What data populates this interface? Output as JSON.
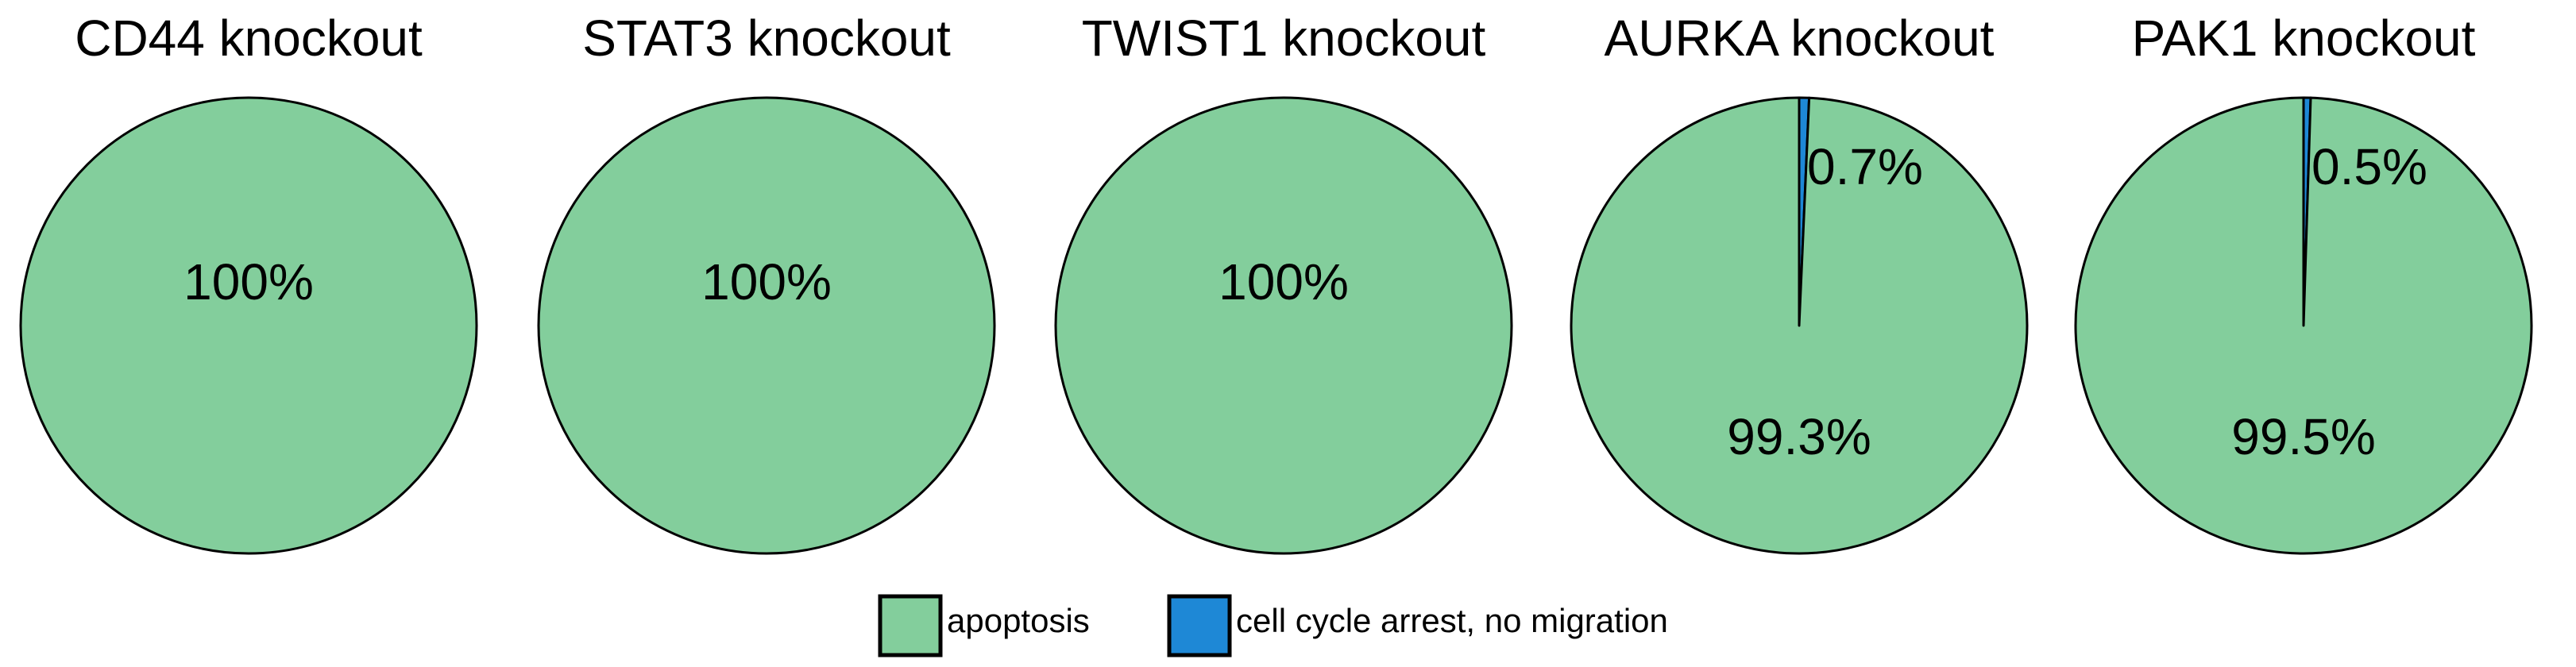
{
  "colors": {
    "apoptosis": "#83CE9C",
    "arrest": "#1E88D6",
    "stroke": "#000000"
  },
  "legend": [
    {
      "label": "apoptosis",
      "color_key": "apoptosis"
    },
    {
      "label": "cell cycle arrest, no migration",
      "color_key": "arrest"
    }
  ],
  "chart_data": [
    {
      "type": "pie",
      "title": "CD44 knockout",
      "slices": [
        {
          "name": "apoptosis",
          "value": 100,
          "label": "100%"
        }
      ]
    },
    {
      "type": "pie",
      "title": "STAT3 knockout",
      "slices": [
        {
          "name": "apoptosis",
          "value": 100,
          "label": "100%"
        }
      ]
    },
    {
      "type": "pie",
      "title": "TWIST1 knockout",
      "slices": [
        {
          "name": "apoptosis",
          "value": 100,
          "label": "100%"
        }
      ]
    },
    {
      "type": "pie",
      "title": "AURKA knockout",
      "slices": [
        {
          "name": "cell cycle arrest, no migration",
          "value": 0.7,
          "label": "0.7%"
        },
        {
          "name": "apoptosis",
          "value": 99.3,
          "label": "99.3%"
        }
      ]
    },
    {
      "type": "pie",
      "title": "PAK1 knockout",
      "slices": [
        {
          "name": "cell cycle arrest, no migration",
          "value": 0.5,
          "label": "0.5%"
        },
        {
          "name": "apoptosis",
          "value": 99.5,
          "label": "99.5%"
        }
      ]
    }
  ]
}
